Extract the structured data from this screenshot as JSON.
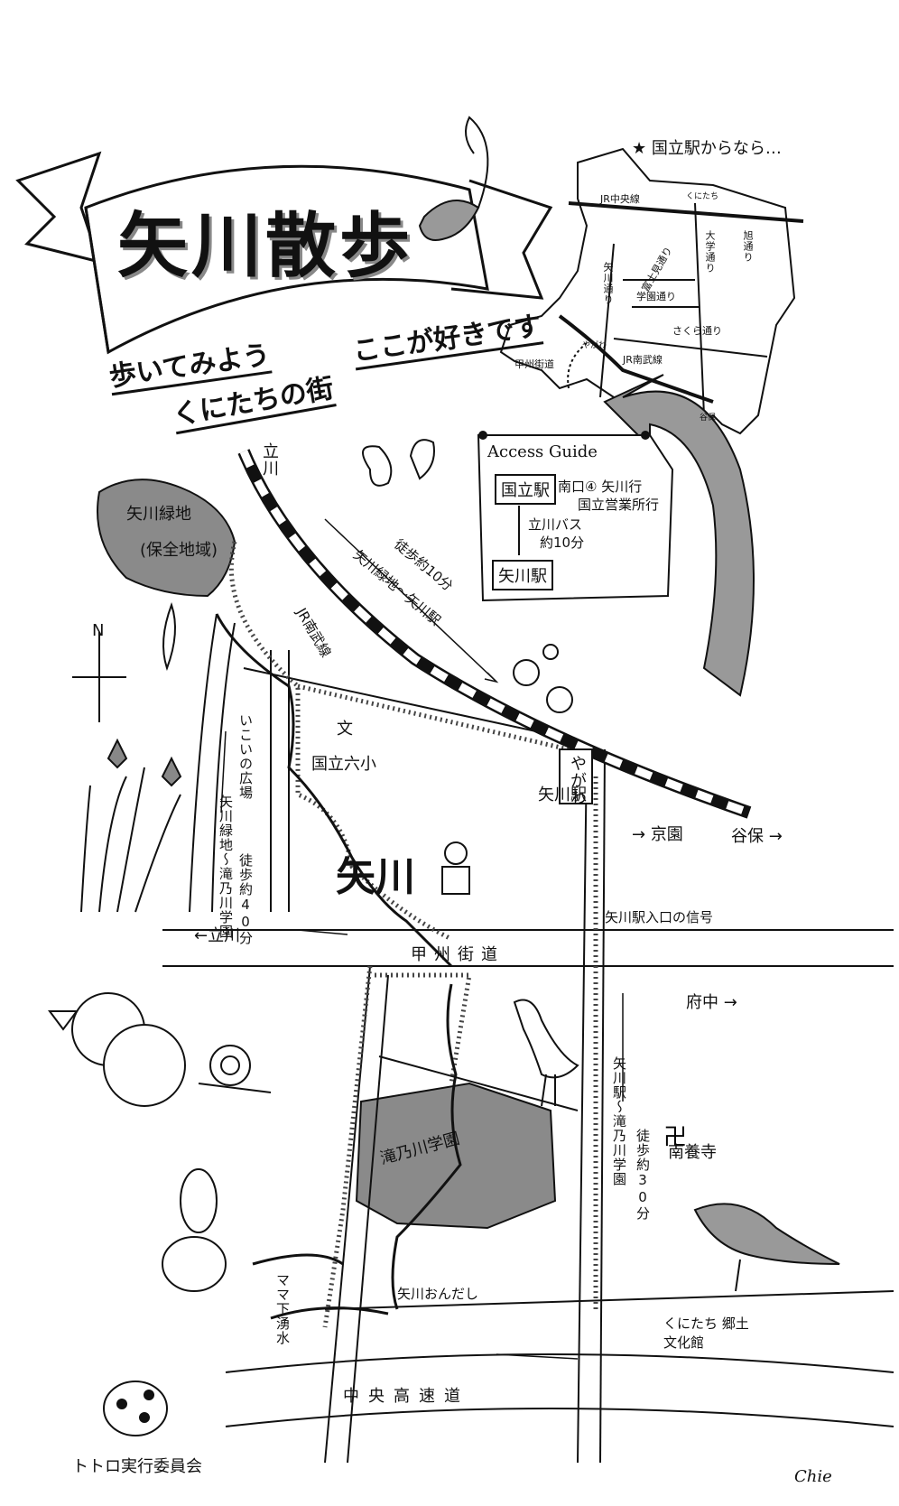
{
  "title": "矢川散歩",
  "subtitle": {
    "line1": "歩いてみよう",
    "line2": "くにたちの街",
    "line3": "ここが好きです"
  },
  "inset": {
    "heading": "国立駅からなら…",
    "labels": {
      "jr_chuo": "JR中央線",
      "kunitachi": "くにたち",
      "daigaku_dori": "大学通り",
      "asahi_dori": "旭通り",
      "fujimi_dori": "富士見通り",
      "gakuen_dori": "学園通り",
      "yagawa_dori": "矢川通り",
      "sakura_dori": "さくら通り",
      "koshu_kaido": "甲州街道",
      "jr_nambu": "JR南武線",
      "yagawa": "やがわ",
      "yaho": "谷保"
    }
  },
  "access": {
    "title": "Access Guide",
    "from": "国立駅",
    "bus": "南口④ 矢川行",
    "bus2": "国立営業所行",
    "ride": "立川バス",
    "time": "約10分",
    "to": "矢川駅"
  },
  "places": {
    "ryokuchi": "矢川緑地",
    "hozen": "(保全地域)",
    "school": "国立六小",
    "bun": "文",
    "ikoi": "いこいの広場",
    "yagawa_river": "矢川",
    "station_sign": "やがわ",
    "station": "矢川駅",
    "keien": "京園",
    "yaho": "谷保",
    "tachikawa_top": "立川",
    "tachikawa_left": "←立川",
    "koshu": "甲州街道",
    "fuchu": "府中",
    "shingo": "矢川駅入口の信号",
    "takinogawa": "滝乃川学園",
    "mamashita": "ママ下湧水",
    "oodashi": "矢川おんだし",
    "nanyoji": "南養寺",
    "kyodo": "くにたち 郷土文化館",
    "chuo": "中央高速道",
    "committee": "トトロ実行委員会",
    "north": "N",
    "signature": "Chie"
  },
  "routes": {
    "nambu_line": "JR南武線",
    "walk1": "矢川緑地〜矢川駅",
    "walk1_time": "徒歩約10分",
    "walk2": "矢川緑地〜滝乃川学園",
    "walk2_time": "徒歩約40分",
    "walk3": "矢川駅〜滝乃川学園",
    "walk3_time": "徒歩約30分"
  },
  "colors": {
    "ink": "#111111",
    "shade": "#8a8a8a",
    "paper": "#ffffff"
  }
}
